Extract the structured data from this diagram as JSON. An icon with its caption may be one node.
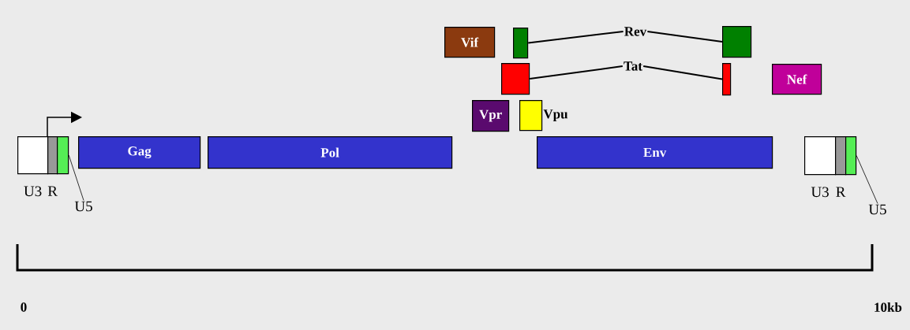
{
  "diagram": {
    "nodes": [
      {
        "text": [
          "Vif"
        ]
      },
      {
        "text": [],
        "shape": "box"
      },
      {
        "text": [
          "Rev"
        ]
      },
      {
        "text": [],
        "shape": "box"
      },
      {
        "text": [],
        "shape": "box"
      },
      {
        "text": [
          "Tat"
        ]
      },
      {
        "text": [],
        "shape": "box"
      },
      {
        "text": [
          "Nef"
        ]
      },
      {
        "text": [
          "Vpr"
        ]
      },
      {
        "text": [
          "Vpu"
        ]
      },
      {
        "text": [],
        "shape": "box",
        "beside": [
          "U3"
        ]
      },
      {
        "text": [],
        "shape": "box",
        "beside": [
          "R"
        ]
      },
      {
        "text": [],
        "shape": "box"
      },
      {
        "text": [
          "Gag"
        ]
      },
      {
        "text": [
          "Pol"
        ]
      },
      {
        "text": [
          "Env"
        ]
      },
      {
        "text": [],
        "shape": "box",
        "beside": [
          "U3"
        ]
      },
      {
        "text": [],
        "shape": "box",
        "beside": [
          "R"
        ]
      },
      {
        "text": [],
        "shape": "box"
      },
      {
        "text": [
          "U5"
        ]
      },
      {
        "text": [
          "U5"
        ]
      }
    ],
    "edges": [
      {
        "from": 2,
        "to": 1,
        "arrow": "none"
      },
      {
        "from": 2,
        "to": 3,
        "arrow": "none"
      },
      {
        "from": 5,
        "to": 4,
        "arrow": "none"
      },
      {
        "from": 5,
        "to": 6,
        "arrow": "none"
      },
      {
        "from": 19,
        "to": 12,
        "arrow": "none"
      },
      {
        "from": 20,
        "to": 18,
        "arrow": "none"
      },
      {
        "from": 11,
        "to": null,
        "arrow": "to"
      }
    ],
    "labels": [
      "0",
      "10kb"
    ]
  }
}
